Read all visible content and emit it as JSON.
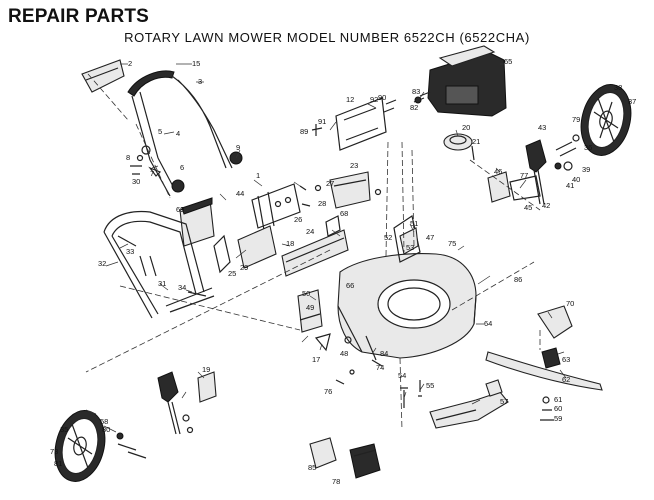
{
  "header": {
    "title": "REPAIR PARTS",
    "subtitle": "ROTARY LAWN MOWER MODEL NUMBER 6522CH (6522CHA)"
  },
  "callouts": [
    "2",
    "15",
    "3",
    "4",
    "5",
    "8",
    "7",
    "6",
    "9",
    "30",
    "69",
    "44",
    "26",
    "1",
    "91",
    "12",
    "92",
    "89",
    "90",
    "23",
    "28",
    "27",
    "83",
    "82",
    "65",
    "20",
    "21",
    "46",
    "43",
    "77",
    "45",
    "42",
    "79",
    "41",
    "40",
    "39",
    "38",
    "37",
    "36",
    "68",
    "24",
    "18",
    "25",
    "29",
    "51",
    "52",
    "47",
    "75",
    "53",
    "33",
    "32",
    "31",
    "34",
    "50",
    "49",
    "76",
    "17",
    "48",
    "84",
    "74",
    "86",
    "66",
    "64",
    "70",
    "63",
    "62",
    "61",
    "60",
    "59",
    "54",
    "55",
    "57",
    "35",
    "19",
    "58",
    "80",
    "85",
    "78",
    "73",
    "81"
  ],
  "colors": {
    "ink": "#222222",
    "background": "#ffffff",
    "fill_light": "#e9e9e9",
    "fill_dark": "#2a2a2a"
  }
}
